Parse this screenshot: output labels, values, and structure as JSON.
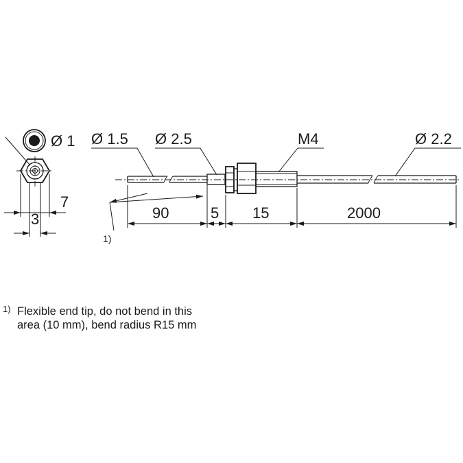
{
  "diagram": {
    "dimensions": {
      "tip_diameter": "Ø 1",
      "fiber_diameter_1": "Ø 1.5",
      "fiber_diameter_2": "Ø 2.5",
      "thread": "M4",
      "cable_diameter": "Ø 2.2",
      "length_tip": "90",
      "length_step": "5",
      "length_thread": "15",
      "length_cable": "2000",
      "hex_width": "3",
      "hex_across": "7"
    },
    "footnote_marker": "1)",
    "footnote": {
      "marker": "1)",
      "line1": "Flexible end tip, do not bend in this",
      "line2": "area (10 mm), bend radius R15 mm"
    }
  }
}
